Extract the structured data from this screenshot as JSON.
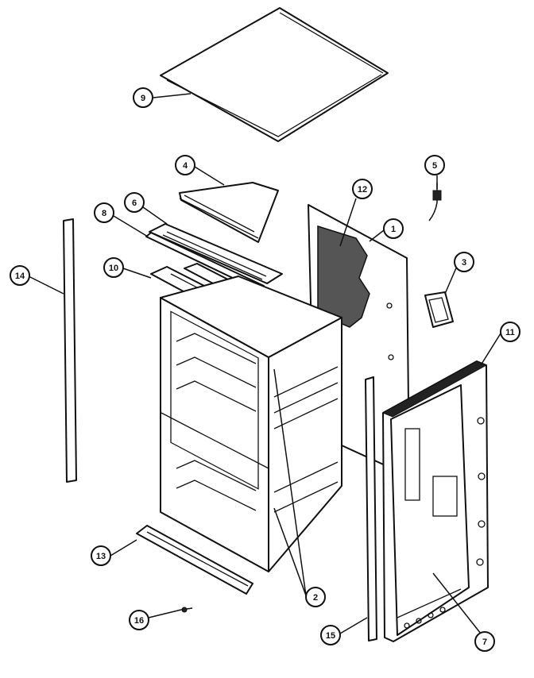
{
  "callouts": [
    {
      "id": "c9",
      "label": "9"
    },
    {
      "id": "c4",
      "label": "4"
    },
    {
      "id": "c5",
      "label": "5"
    },
    {
      "id": "c6",
      "label": "6"
    },
    {
      "id": "c8",
      "label": "8"
    },
    {
      "id": "c12",
      "label": "12"
    },
    {
      "id": "c1",
      "label": "1"
    },
    {
      "id": "c14",
      "label": "14"
    },
    {
      "id": "c10",
      "label": "10"
    },
    {
      "id": "c3",
      "label": "3"
    },
    {
      "id": "c11",
      "label": "11"
    },
    {
      "id": "c13",
      "label": "13"
    },
    {
      "id": "c2",
      "label": "2"
    },
    {
      "id": "c16",
      "label": "16"
    },
    {
      "id": "c15",
      "label": "15"
    },
    {
      "id": "c7",
      "label": "7"
    }
  ]
}
